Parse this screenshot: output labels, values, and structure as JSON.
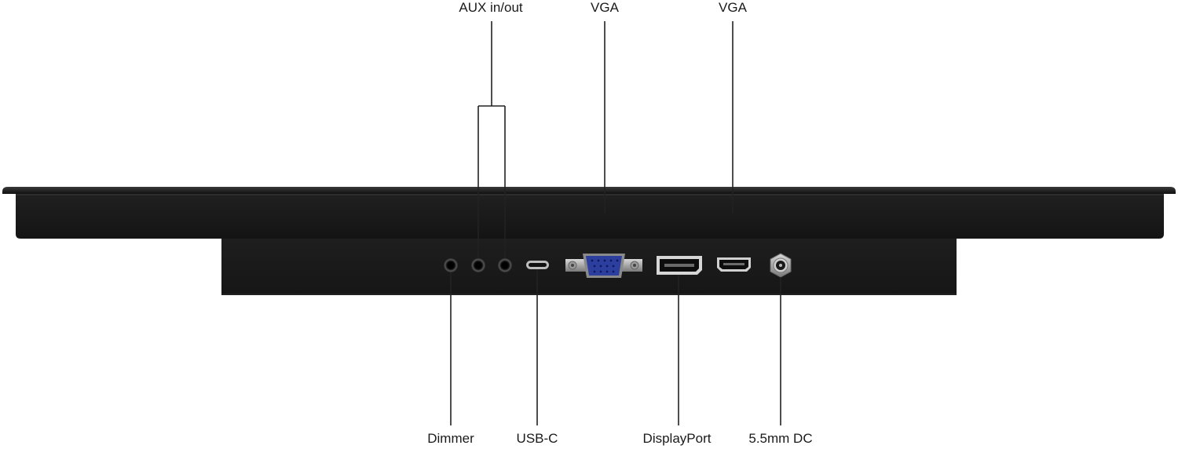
{
  "callouts": {
    "aux": "AUX in/out",
    "vga_1": "VGA",
    "vga_2": "VGA",
    "dimmer": "Dimmer",
    "usbc": "USB-C",
    "displayport": "DisplayPort",
    "dc": "5.5mm DC"
  },
  "colors": {
    "housing": "#1b1b1b",
    "housing_edge": "#2c2c2c",
    "vga_blue": "#2c3e9e",
    "line": "#222222"
  }
}
